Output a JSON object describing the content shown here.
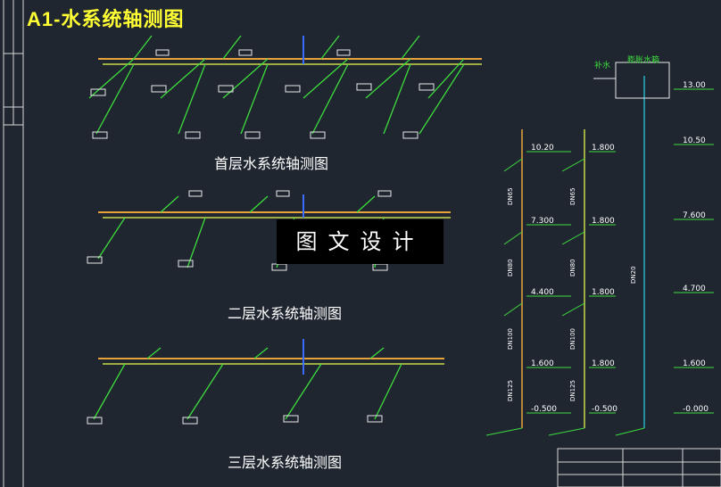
{
  "drawing": {
    "main_title": "A1-水系统轴测图",
    "views": [
      {
        "id": "floor1",
        "title": "首层水系统轴测图"
      },
      {
        "id": "floor2",
        "title": "二层水系统轴测图"
      },
      {
        "id": "floor3",
        "title": "三层水系统轴测图"
      }
    ],
    "watermark": "图文设计"
  },
  "riser": {
    "tank_labels": [
      "补水",
      "膨胀水箱"
    ],
    "left_riser_levels": [
      "10.20",
      "7.300",
      "4.400",
      "1.600",
      "-0.500"
    ],
    "mid_riser_levels": [
      "1.800",
      "1.800",
      "1.800",
      "1.800",
      "-0.500"
    ],
    "right_levels": [
      "13.00",
      "10.50",
      "7.600",
      "4.700",
      "1.600",
      "-0.000"
    ],
    "pipe_sizes_left": [
      "DN65",
      "DN80",
      "DN100",
      "DN125"
    ],
    "pipe_sizes_mid": [
      "DN65",
      "DN80",
      "DN100",
      "DN125"
    ],
    "pipe_size_expansion": "DN20"
  },
  "colors": {
    "background": "#1f2630",
    "title": "#ffff33",
    "supply_pipe": "#e8a23c",
    "return_pipe": "#c8d94a",
    "branch": "#3ddc3d",
    "blue_pipe": "#3a6cff",
    "cyan": "#29d4e8",
    "text": "#ffffff"
  }
}
